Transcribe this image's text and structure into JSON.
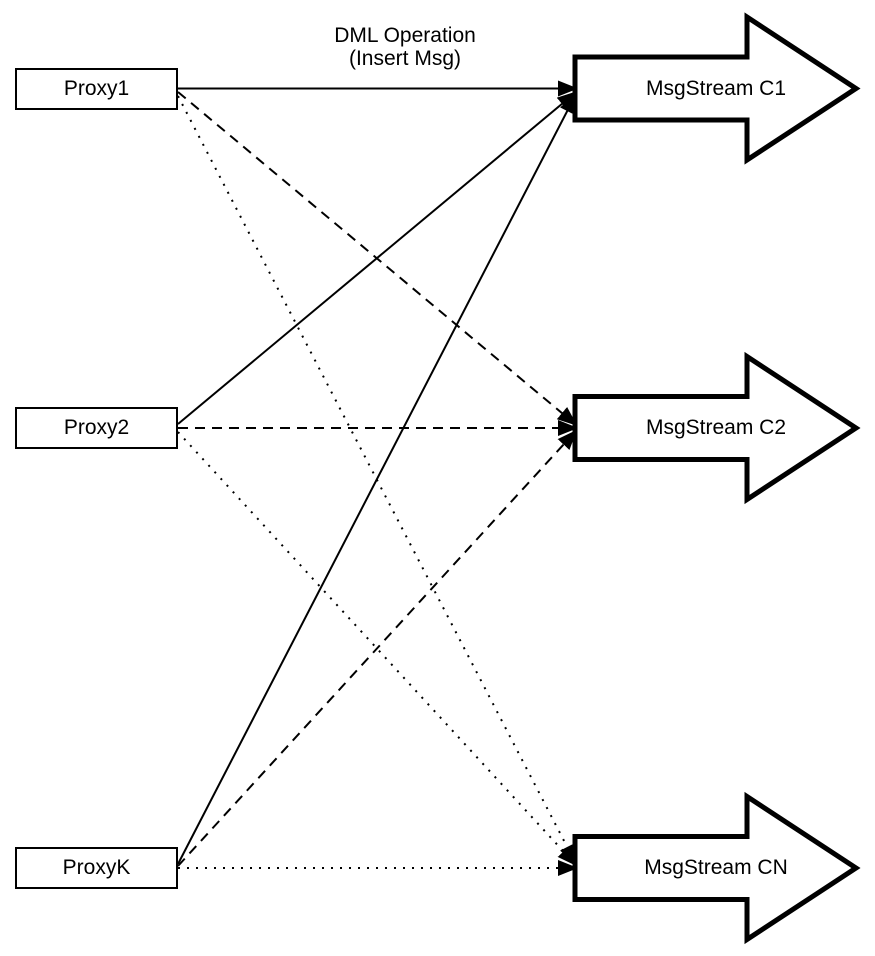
{
  "diagram": {
    "title": {
      "line1": "DML Operation",
      "line2": "(Insert Msg)"
    },
    "proxies": [
      {
        "id": "proxy1",
        "label": "Proxy1"
      },
      {
        "id": "proxy2",
        "label": "Proxy2"
      },
      {
        "id": "proxyk",
        "label": "ProxyK"
      }
    ],
    "streams": [
      {
        "id": "c1",
        "label": "MsgStream C1",
        "incoming_line_style": "solid"
      },
      {
        "id": "c2",
        "label": "MsgStream C2",
        "incoming_line_style": "dashed"
      },
      {
        "id": "cn",
        "label": "MsgStream CN",
        "incoming_line_style": "dotted"
      }
    ],
    "edges": [
      {
        "from": "Proxy1",
        "to": "MsgStream C1",
        "style": "solid"
      },
      {
        "from": "Proxy1",
        "to": "MsgStream C2",
        "style": "dashed"
      },
      {
        "from": "Proxy1",
        "to": "MsgStream CN",
        "style": "dotted"
      },
      {
        "from": "Proxy2",
        "to": "MsgStream C1",
        "style": "solid"
      },
      {
        "from": "Proxy2",
        "to": "MsgStream C2",
        "style": "dashed"
      },
      {
        "from": "Proxy2",
        "to": "MsgStream CN",
        "style": "dotted"
      },
      {
        "from": "ProxyK",
        "to": "MsgStream C1",
        "style": "solid"
      },
      {
        "from": "ProxyK",
        "to": "MsgStream C2",
        "style": "dashed"
      },
      {
        "from": "ProxyK",
        "to": "MsgStream CN",
        "style": "dotted"
      }
    ],
    "colors": {
      "stroke": "#000000",
      "background": "#ffffff",
      "shape_fill": "#ffffff"
    }
  }
}
